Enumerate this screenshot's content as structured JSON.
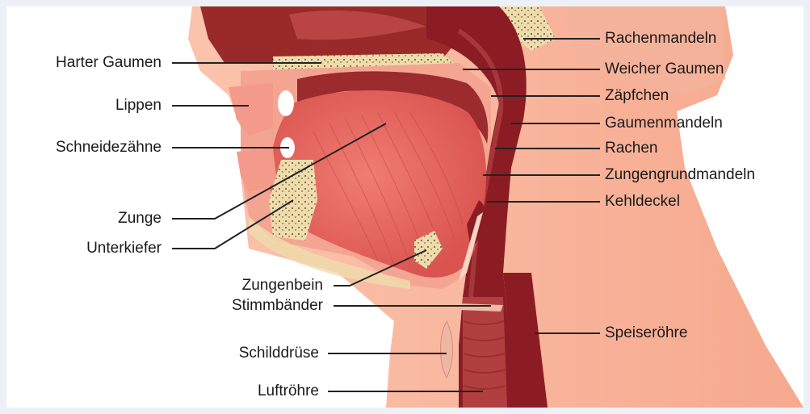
{
  "labels": {
    "harter_gaumen": "Harter Gaumen",
    "lippen": "Lippen",
    "schneidezaehne": "Schneidezähne",
    "zunge": "Zunge",
    "unterkiefer": "Unterkiefer",
    "zungenbein": "Zungenbein",
    "stimmbaender": "Stimmbänder",
    "schilddruese": "Schilddrüse",
    "luftroehre": "Luftröhre",
    "rachenmandeln": "Rachenmandeln",
    "weicher_gaumen": "Weicher Gaumen",
    "zaepfchen": "Zäpfchen",
    "gaumenmandeln": "Gaumenmandeln",
    "rachen": "Rachen",
    "zungengrundmandeln": "Zungengrundmandeln",
    "kehldeckel": "Kehldeckel",
    "speiseroehre": "Speiseröhre"
  },
  "colors": {
    "skin": "#f9b49b",
    "skin_shadow": "#f1a085",
    "tissue": "#f28a7c",
    "dark_red": "#8c1c24",
    "mid_red": "#b83a3a",
    "bone": "#efdcad",
    "tongue": "#e86a63"
  }
}
